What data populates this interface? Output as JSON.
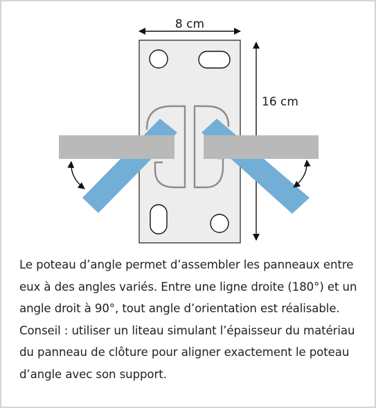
{
  "dimensions": {
    "width_label": "8 cm",
    "height_label": "16 cm"
  },
  "colors": {
    "plate_fill": "#ededed",
    "plate_stroke": "#3a3a3a",
    "panel_grey": "#b9b9b9",
    "panel_blue": "#73aed6",
    "hinge_stroke": "#8c8c8c",
    "frame_border": "#d4d4d4"
  },
  "caption": {
    "text": "Le poteau d’angle permet d’assembler les panneaux entre\neux à des angles variés. Entre une ligne droite (180°) et un\nangle droit à 90°, tout angle d’orientation est réalisable.\nConseil : utiliser un liteau simulant l’épaisseur du matériau\ndu panneau de clôture pour aligner exactement le poteau\nd’angle avec son support."
  }
}
